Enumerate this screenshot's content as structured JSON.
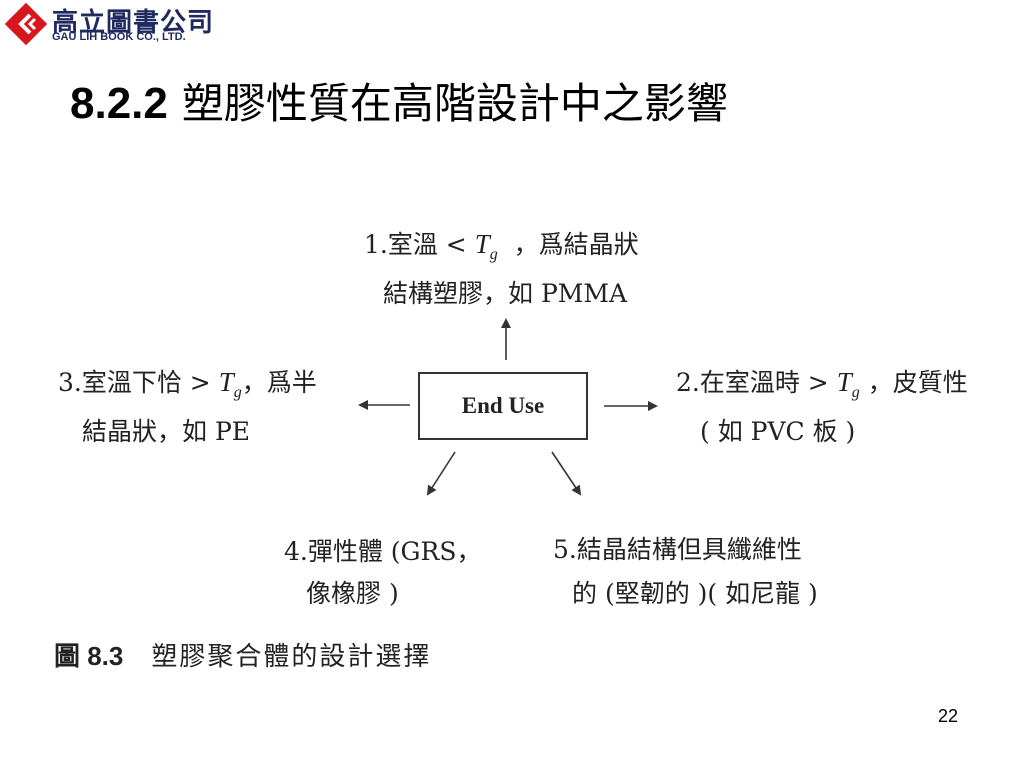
{
  "logo": {
    "name_zh": "高立圖書公司",
    "name_en": "GAU LIH BOOK CO., LTD."
  },
  "title": {
    "number": "8.2.2",
    "text": "塑膠性質在高階設計中之影響"
  },
  "diagram": {
    "center": "End Use",
    "n1": {
      "a": "1.室溫 <",
      "t": "T",
      "sub": "g",
      "b": "，爲結晶狀",
      "line2": "結構塑膠，如 PMMA"
    },
    "n2": {
      "a": "2.在室溫時 >",
      "t": "T",
      "sub": "g",
      "b": "，皮質性",
      "line2": "( 如 PVC 板 )"
    },
    "n3": {
      "a": "3.室溫下恰 >",
      "t": "T",
      "sub": "g",
      "b": "，爲半",
      "line2": "結晶狀，如 PE"
    },
    "n4": {
      "line1": "4.彈性體 (GRS，",
      "line2": "像橡膠 )"
    },
    "n5": {
      "line1": "5.結晶結構但具纖維性",
      "line2": "的 (堅韌的 )( 如尼龍 )"
    }
  },
  "caption": {
    "figure": "圖 8.3",
    "text": "塑膠聚合體的設計選擇"
  },
  "page_number": "22"
}
